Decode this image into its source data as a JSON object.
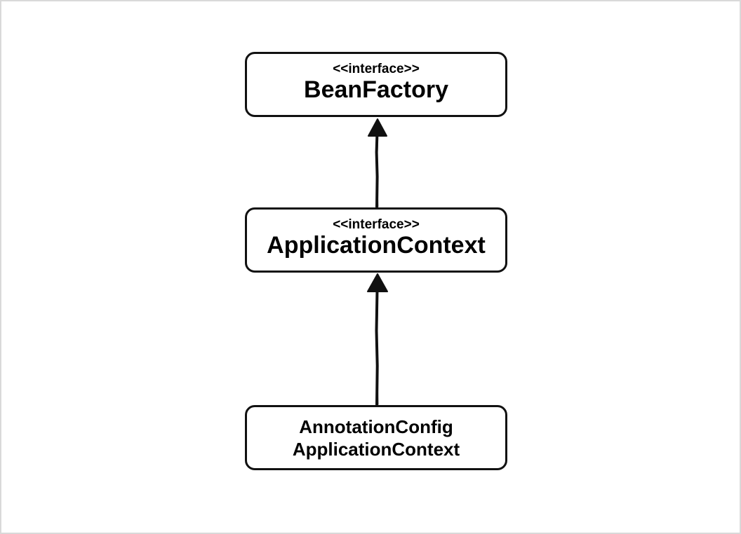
{
  "nodes": {
    "beanfactory": {
      "stereotype": "<<interface>>",
      "title": "BeanFactory"
    },
    "applicationcontext": {
      "stereotype": "<<interface>>",
      "title": "ApplicationContext"
    },
    "annotationconfig": {
      "title_line1": "AnnotationConfig",
      "title_line2": "ApplicationContext"
    }
  },
  "edges": [
    {
      "from": "applicationcontext",
      "to": "beanfactory",
      "type": "inheritance"
    },
    {
      "from": "annotationconfig",
      "to": "applicationcontext",
      "type": "inheritance"
    }
  ],
  "colors": {
    "stroke": "#111111",
    "background": "#ffffff",
    "frame": "#d9d9d9"
  }
}
